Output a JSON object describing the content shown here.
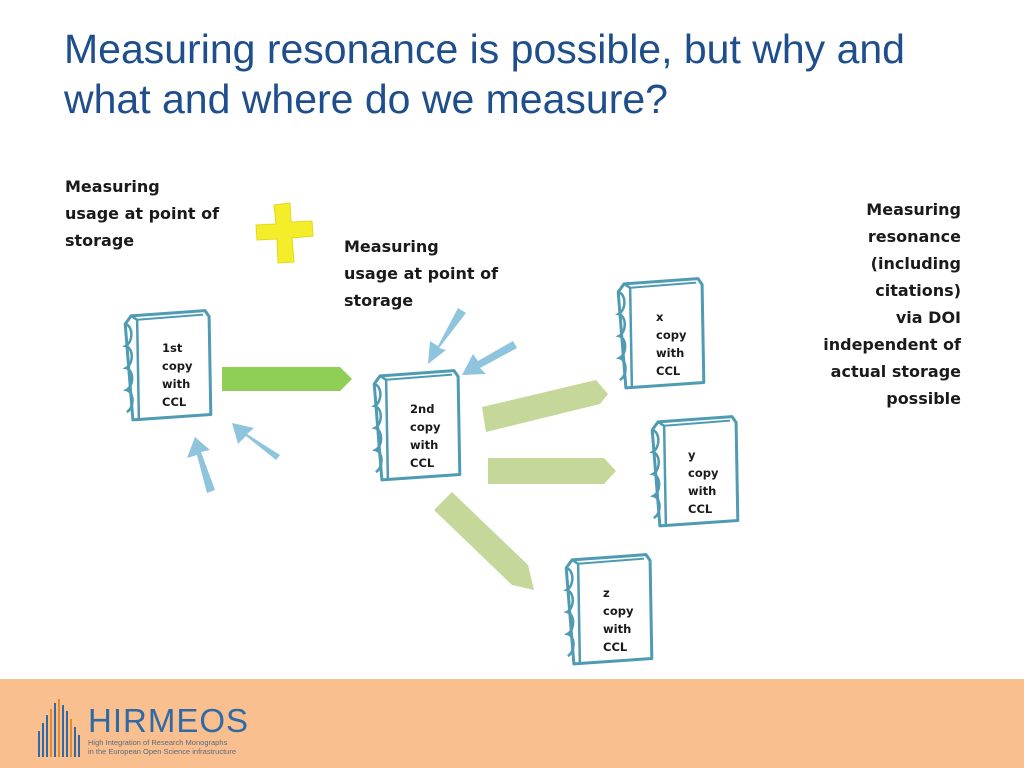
{
  "title": {
    "line1": "Measuring resonance is possible, but why and",
    "line2": "what and where do we measure?"
  },
  "labels": {
    "left_lines": [
      "Measuring",
      "usage at point of",
      "storage"
    ],
    "middle_lines": [
      "Measuring",
      "usage at point of",
      "storage"
    ],
    "right_lines": [
      "Measuring",
      "resonance",
      "(including",
      "citations)",
      "via DOI",
      "independent of",
      "actual storage",
      "possible"
    ]
  },
  "books": {
    "first": [
      "1st",
      "copy",
      "with",
      "CCL"
    ],
    "second": [
      "2nd",
      "copy",
      "with",
      "CCL"
    ],
    "x": [
      "x",
      "copy",
      "with",
      "CCL"
    ],
    "y": [
      "y",
      "copy",
      "with",
      "CCL"
    ],
    "z": [
      "z",
      "copy",
      "with",
      "CCL"
    ]
  },
  "footer": {
    "logo_name": "HIRMEOS",
    "logo_line1": "High Integration of Research Monographs",
    "logo_line2": "in the European Open Science infrastructure"
  },
  "colors": {
    "title": "#1f4e8c",
    "plus": "#f4ee2a",
    "arrow_green_dark": "#8fcf55",
    "arrow_green_light": "#c5d89a",
    "arrow_blue": "#8fc4df",
    "book_outline": "#4f9bb3",
    "footer_bg": "#f9bf8f",
    "logo": "#2f6aa7"
  }
}
